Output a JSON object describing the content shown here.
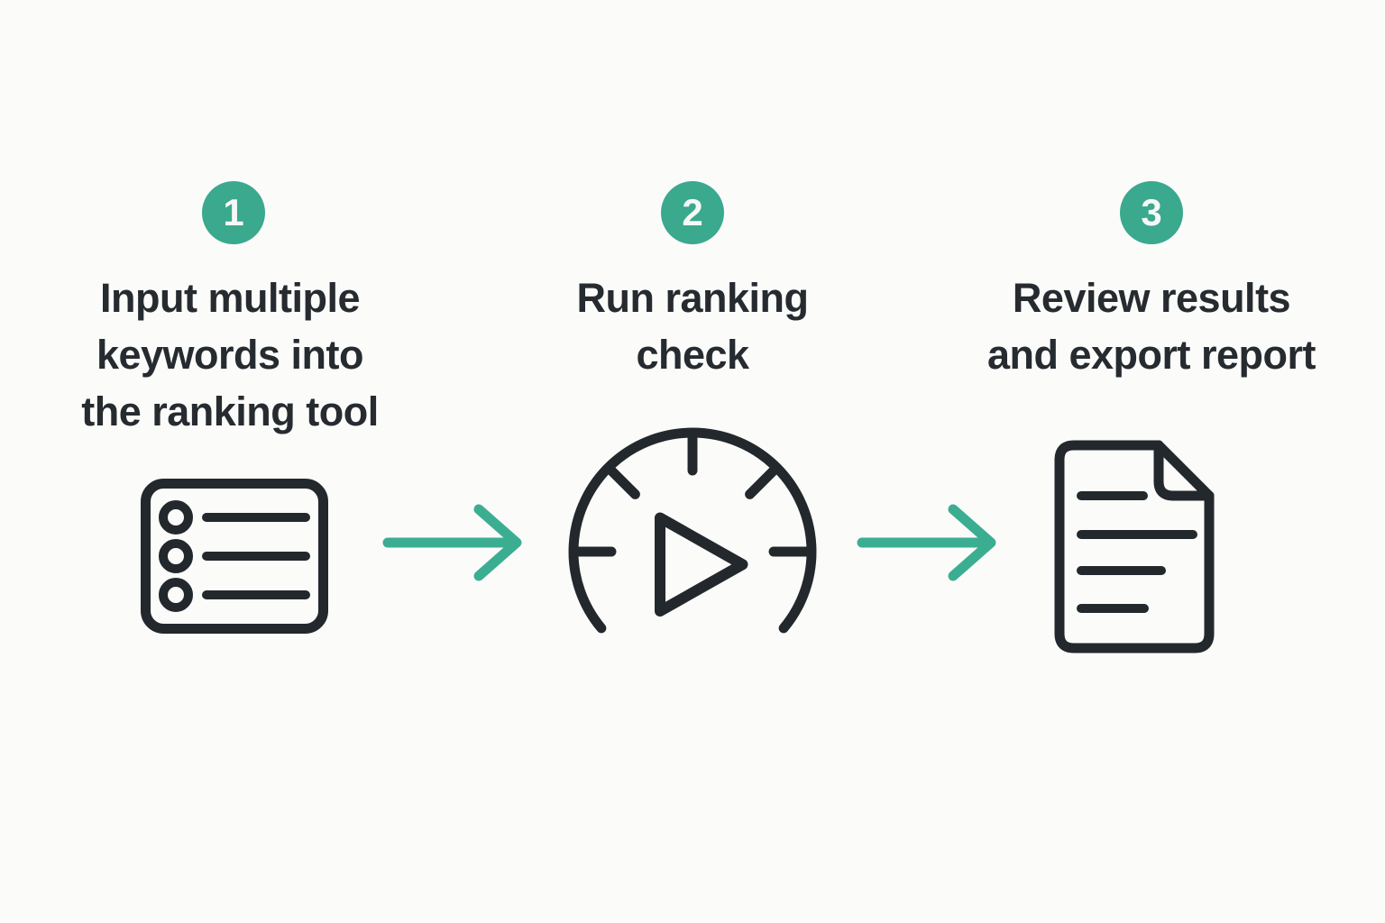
{
  "diagram": {
    "type": "process-flow",
    "background": "#fbfbfa"
  },
  "colors": {
    "accent_teal": "#3aa98e",
    "arrow_teal": "#3bae92",
    "ink": "#262b30",
    "icon_stroke": "#23282d",
    "number_text": "#f6f8f7"
  },
  "steps": [
    {
      "number": "1",
      "title": "Input multiple keywords into the ranking tool",
      "lines": [
        "Input multiple",
        "keywords into",
        "the ranking tool"
      ],
      "icon": "keyword-list-icon"
    },
    {
      "number": "2",
      "title": "Run ranking check",
      "lines": [
        "Run ranking",
        "check"
      ],
      "icon": "gauge-play-icon"
    },
    {
      "number": "3",
      "title": "Review results and export report",
      "lines": [
        "Review results",
        "and export report"
      ],
      "icon": "document-report-icon"
    }
  ],
  "connectors": [
    {
      "name": "arrow-1",
      "direction": "right"
    },
    {
      "name": "arrow-2",
      "direction": "right"
    }
  ]
}
